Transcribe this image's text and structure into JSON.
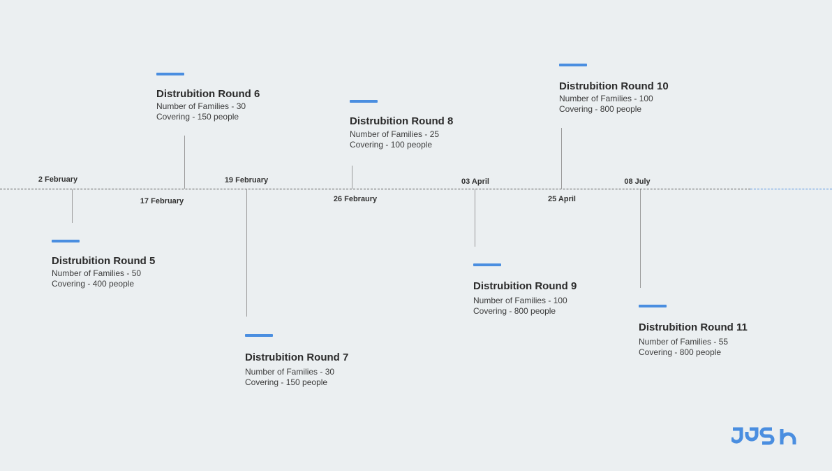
{
  "colors": {
    "accent": "#4a8ee0",
    "background": "#ebeff1",
    "stem": "#9a9a9a"
  },
  "dates": [
    {
      "id": "d1",
      "label": "2 February"
    },
    {
      "id": "d2",
      "label": "17 February"
    },
    {
      "id": "d3",
      "label": "19 February"
    },
    {
      "id": "d4",
      "label": "26 Febraury"
    },
    {
      "id": "d5",
      "label": "03 April"
    },
    {
      "id": "d6",
      "label": "25 April"
    },
    {
      "id": "d7",
      "label": "08 July"
    }
  ],
  "events": [
    {
      "title": "Distrubition Round 5",
      "families": "Number of Families - 50",
      "covering": "Covering - 400 people"
    },
    {
      "title": "Distrubition Round 6",
      "families": "Number of Families - 30",
      "covering": "Covering - 150 people"
    },
    {
      "title": "Distrubition Round 7",
      "families": "Number of Families - 30",
      "covering": "Covering - 150 people"
    },
    {
      "title": "Distrubition Round 8",
      "families": "Number of Families - 25",
      "covering": "Covering - 100 people"
    },
    {
      "title": "Distrubition Round 9",
      "families": "Number of Families - 100",
      "covering": "Covering - 800 people"
    },
    {
      "title": "Distrubition Round 10",
      "families": "Number of Families - 100",
      "covering": "Covering - 800 people"
    },
    {
      "title": "Distrubition Round 11",
      "families": "Number of Families - 55",
      "covering": "Covering - 800 people"
    }
  ],
  "logo": {
    "icon": "josh-logo"
  }
}
